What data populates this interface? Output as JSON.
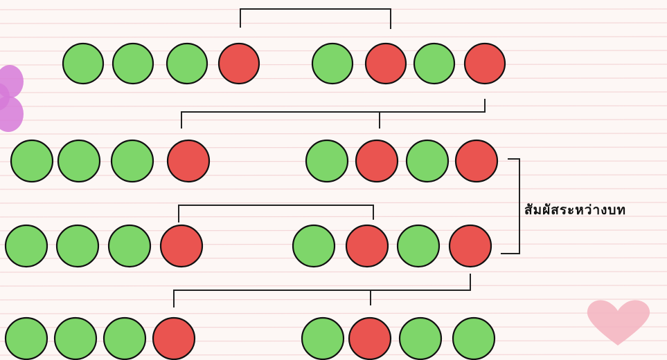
{
  "colors": {
    "green": "#7ed66a",
    "red": "#ea5450",
    "paper": "#fdf7f5",
    "line": "#222222",
    "flower": "#d67ad8",
    "heart": "#f4b6c2"
  },
  "rows": [
    {
      "groups": [
        [
          "green",
          "green",
          "green",
          "red"
        ],
        [
          "green",
          "red",
          "green",
          "red"
        ]
      ]
    },
    {
      "groups": [
        [
          "green",
          "green",
          "green",
          "red"
        ],
        [
          "green",
          "red",
          "green",
          "red"
        ]
      ]
    },
    {
      "groups": [
        [
          "green",
          "green",
          "green",
          "red"
        ],
        [
          "green",
          "red",
          "green",
          "red"
        ]
      ]
    },
    {
      "groups": [
        [
          "green",
          "green",
          "green",
          "red"
        ],
        [
          "green",
          "red",
          "green",
          "green"
        ]
      ]
    }
  ],
  "annotation": {
    "text": "สัมผัสระหว่างบท"
  },
  "decorations": {
    "flower": "flower-icon",
    "heart": "heart-icon"
  }
}
